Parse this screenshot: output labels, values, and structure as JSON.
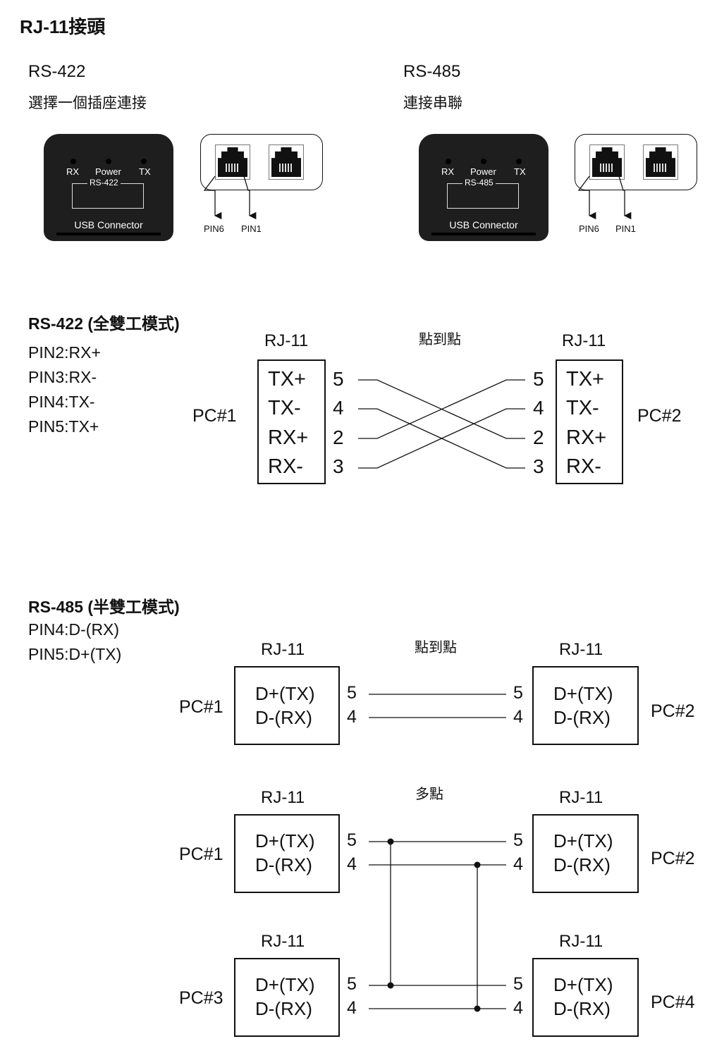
{
  "title": "RJ-11接頭",
  "connectors": {
    "left": {
      "heading": "RS-422",
      "subheading": "選擇一個插座連接",
      "dongle": {
        "rx": "RX",
        "power": "Power",
        "tx": "TX",
        "mode": "RS-422",
        "usb": "USB Connector"
      },
      "pin_left": "PIN6",
      "pin_right": "PIN1"
    },
    "right": {
      "heading": "RS-485",
      "subheading": "連接串聯",
      "dongle": {
        "rx": "RX",
        "power": "Power",
        "tx": "TX",
        "mode": "RS-485",
        "usb": "USB Connector"
      },
      "pin_left": "PIN6",
      "pin_right": "PIN1"
    }
  },
  "rs422": {
    "heading": "RS-422 (全雙工模式)",
    "pins": [
      "PIN2:RX+",
      "PIN3:RX-",
      "PIN4:TX-",
      "PIN5:TX+"
    ],
    "label_center": "點到點",
    "left": {
      "rj": "RJ-11",
      "pc": "PC#1",
      "signals": [
        "TX+",
        "TX-",
        "RX+",
        "RX-"
      ],
      "pins": [
        "5",
        "4",
        "2",
        "3"
      ]
    },
    "right": {
      "rj": "RJ-11",
      "pc": "PC#2",
      "signals": [
        "TX+",
        "TX-",
        "RX+",
        "RX-"
      ],
      "pins": [
        "5",
        "4",
        "2",
        "3"
      ]
    }
  },
  "rs485": {
    "heading": "RS-485 (半雙工模式)",
    "pins": [
      "PIN4:D-(RX)",
      "PIN5:D+(TX)"
    ],
    "p2p": {
      "label": "點到點",
      "left": {
        "rj": "RJ-11",
        "pc": "PC#1",
        "signals": [
          "D+(TX)",
          "D-(RX)"
        ],
        "pins": [
          "5",
          "4"
        ]
      },
      "right": {
        "rj": "RJ-11",
        "pc": "PC#2",
        "signals": [
          "D+(TX)",
          "D-(RX)"
        ],
        "pins": [
          "5",
          "4"
        ]
      }
    },
    "multi": {
      "label": "多點",
      "nodes": [
        {
          "rj": "RJ-11",
          "pc": "PC#1",
          "signals": [
            "D+(TX)",
            "D-(RX)"
          ],
          "pins": [
            "5",
            "4"
          ]
        },
        {
          "rj": "RJ-11",
          "pc": "PC#2",
          "signals": [
            "D+(TX)",
            "D-(RX)"
          ],
          "pins": [
            "5",
            "4"
          ]
        },
        {
          "rj": "RJ-11",
          "pc": "PC#3",
          "signals": [
            "D+(TX)",
            "D-(RX)"
          ],
          "pins": [
            "5",
            "4"
          ]
        },
        {
          "rj": "RJ-11",
          "pc": "PC#4",
          "signals": [
            "D+(TX)",
            "D-(RX)"
          ],
          "pins": [
            "5",
            "4"
          ]
        }
      ]
    }
  }
}
